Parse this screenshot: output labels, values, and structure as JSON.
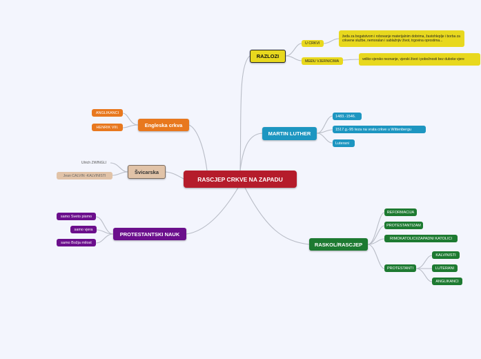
{
  "title": "RASCJEP CRKVE NA ZAPADU",
  "colors": {
    "root": "#b51c2b",
    "razlozi": "#e8d81e",
    "martin_luther": "#1d96c1",
    "raskol": "#1d7a31",
    "protestantski_nauk": "#6b0f8c",
    "engleska": "#e8781e",
    "svicarska": "#e1c3a8",
    "line": "#b8bcc6"
  },
  "razlozi": {
    "label": "RAZLOZI",
    "u_crkvi": {
      "label": "U CRKVI",
      "note": "žeđa za bogatstvom i robovanje materijalnim dobrima, žastohleplje i borba za crkvene službe, nemoralan i sablažnjiv život, trgovina oprostima..."
    },
    "medu_vjernicima": {
      "label": "MEĐU VJERNICIMA",
      "note": "veliko vjersko neznanje, vjerski život i pobožnosti bez duboke vjere"
    }
  },
  "martin_luther": {
    "label": "MARTIN LUTHER",
    "items": [
      "1483.-1546.",
      "1517.g.-95 teza na vrata crkve u Wittenbergu",
      "Luterani"
    ]
  },
  "raskol": {
    "label": "RASKOL/RASCJEP",
    "items": [
      "REFORMACIJA",
      "PROTESTANTIZAM",
      "RIMOKATOLICI/ZAPADNI KATOLICI"
    ],
    "protestanti": {
      "label": "PROTESTANTI",
      "items": [
        "KALVINISTI",
        "LUTERANI",
        "ANGLIKANCI"
      ]
    }
  },
  "protestantski_nauk": {
    "label": "PROTESTANTSKI NAUK",
    "items": [
      "samo Sveto pismo",
      "samo vjera",
      "samo Božja milost"
    ]
  },
  "svicarska": {
    "label": "Švicarska",
    "items": [
      "Ulrich ZWINGLI",
      "Jean CALVIN -KALVINISTI"
    ]
  },
  "engleska": {
    "label": "Engleska crkva",
    "items": [
      "ANGLIKANCI",
      "HENRIK VIII."
    ]
  }
}
